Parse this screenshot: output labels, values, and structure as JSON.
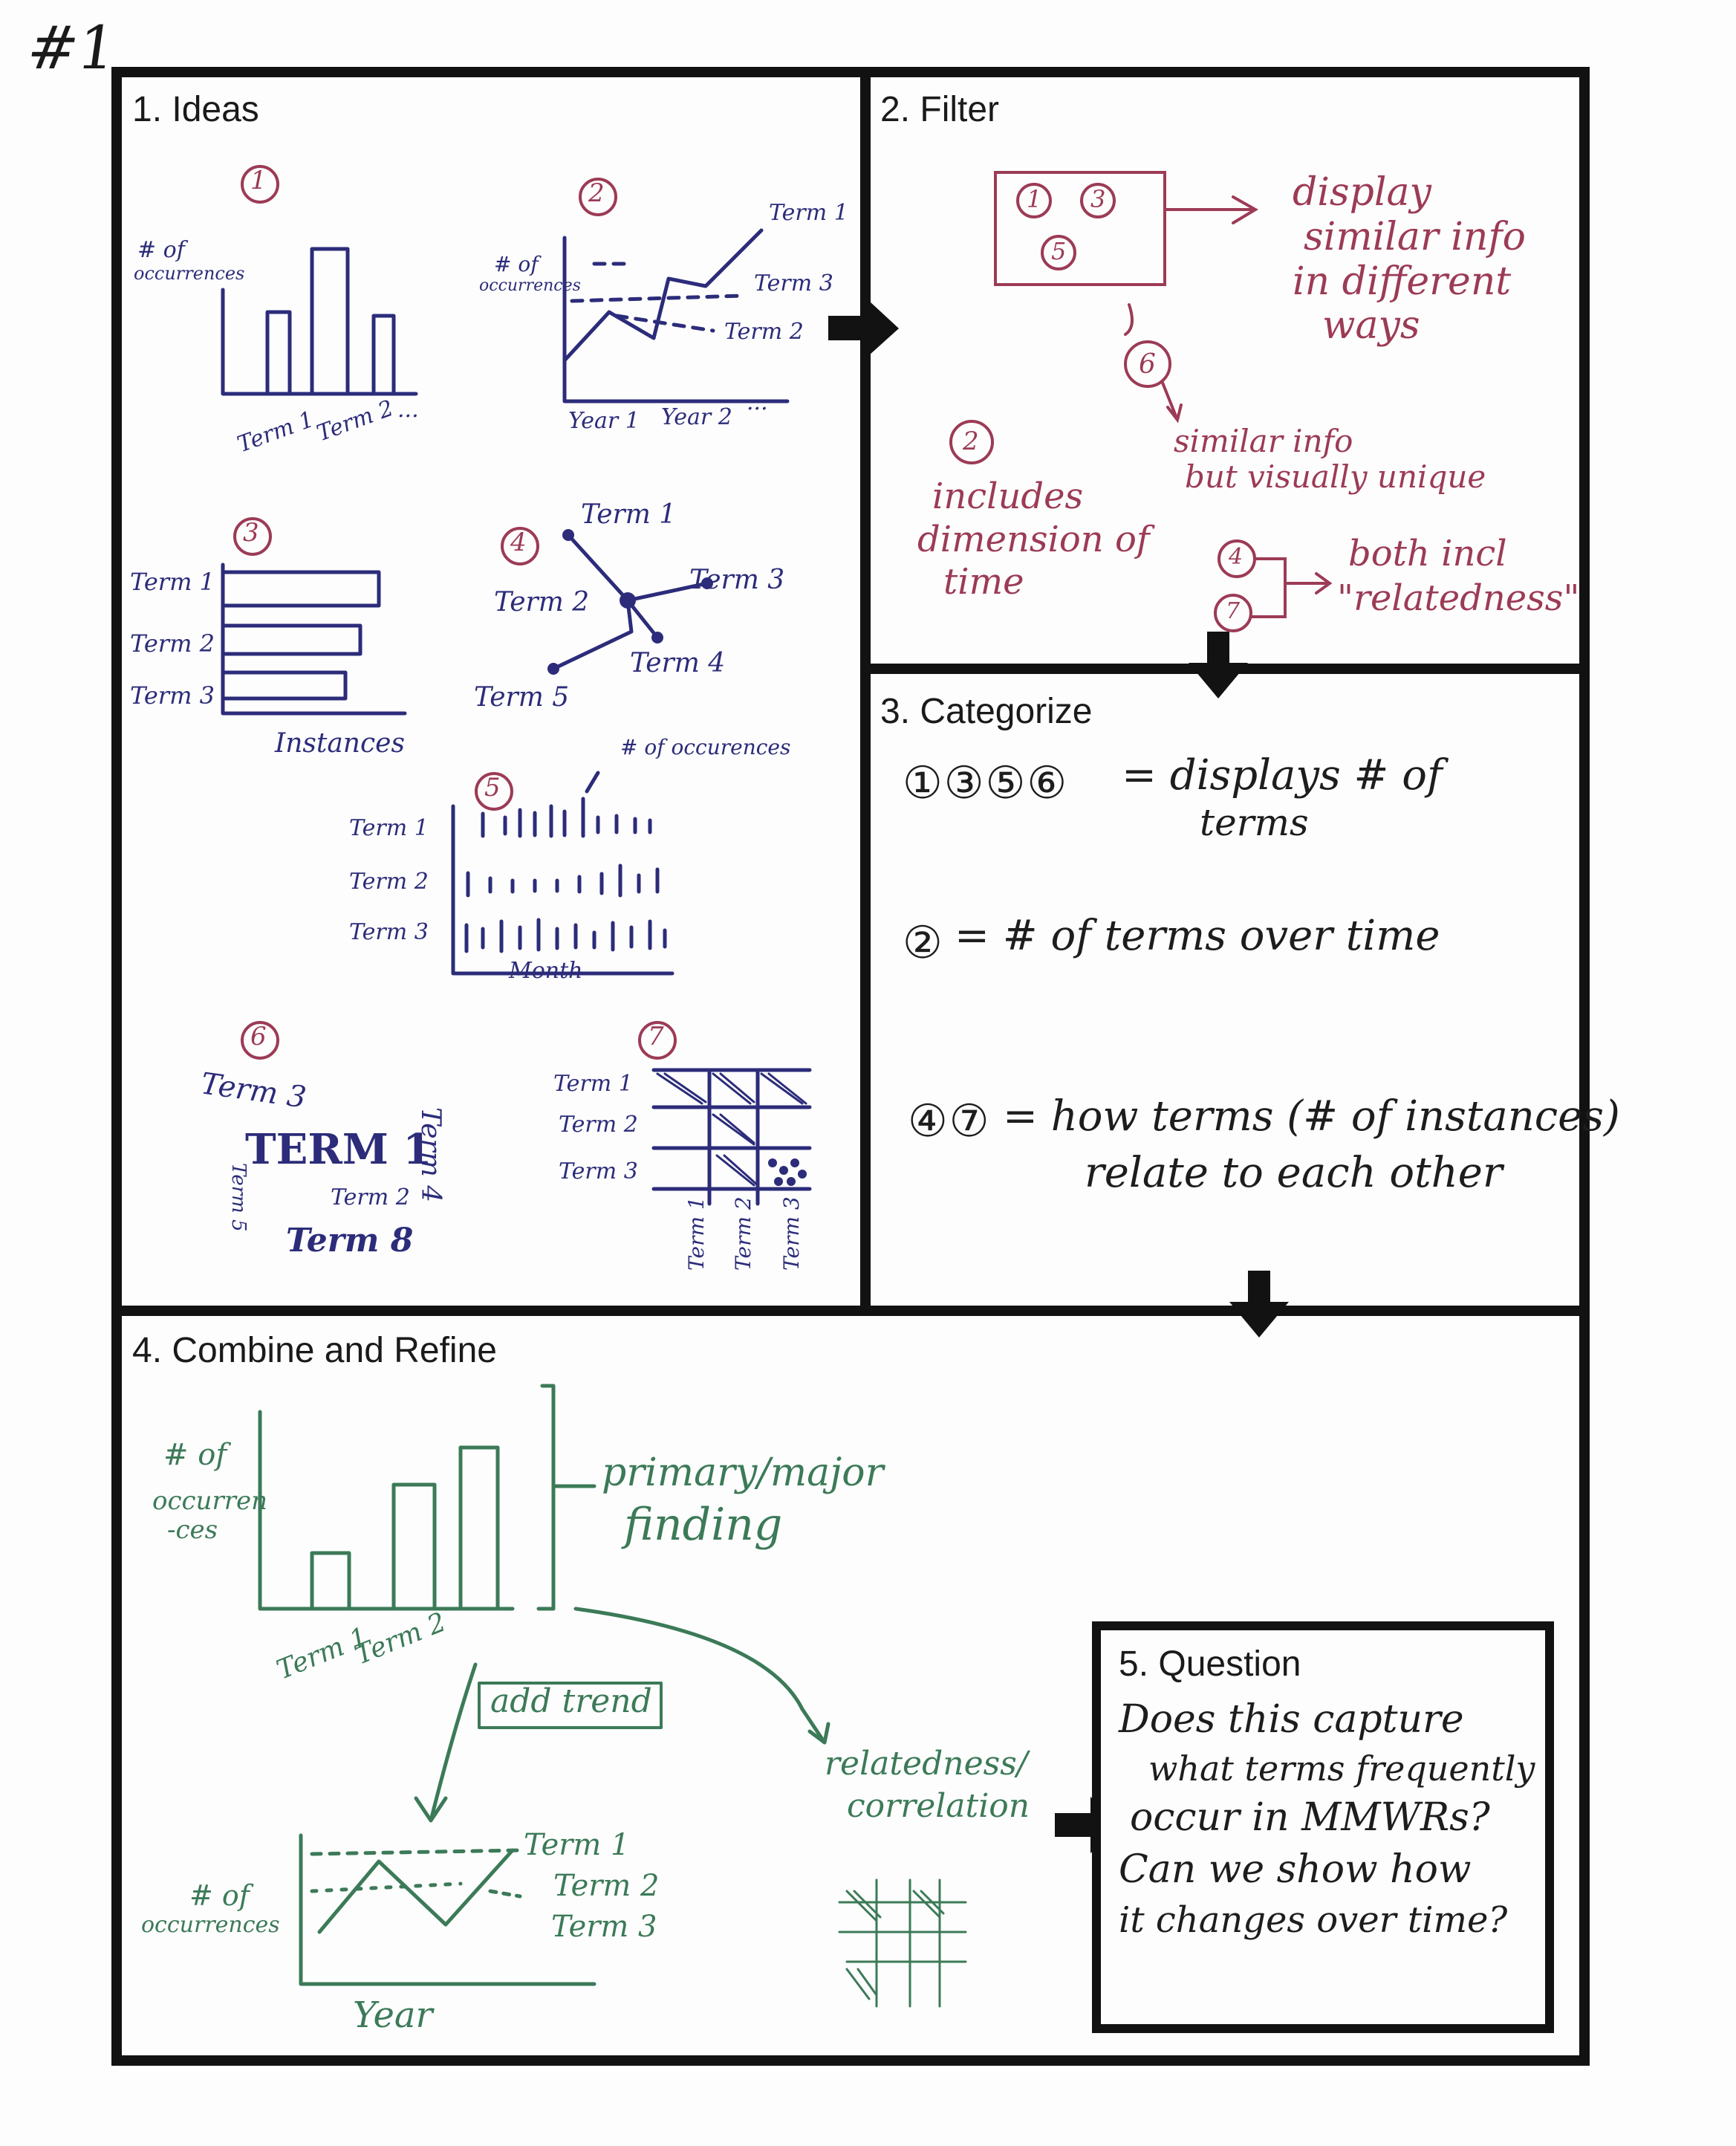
{
  "page_label": "#1",
  "panels": {
    "ideas": {
      "title": "1. Ideas",
      "idea1": {
        "num": "1",
        "ylabel_1": "# of",
        "ylabel_2": "occurrences",
        "x1": "Term 1",
        "x2": "Term 2",
        "x3": "..."
      },
      "idea2": {
        "num": "2",
        "ylabel_1": "# of",
        "ylabel_2": "occurrences",
        "s1": "Term 1",
        "s2": "Term 3",
        "s3": "Term 2",
        "x1": "Year 1",
        "x2": "Year 2",
        "x3": "..."
      },
      "idea3": {
        "num": "3",
        "y1": "Term 1",
        "y2": "Term 2",
        "y3": "Term 3",
        "xlabel": "Instances"
      },
      "idea4": {
        "num": "4",
        "n1": "Term 1",
        "n2": "Term 2",
        "n3": "Term 3",
        "n4": "Term 4",
        "n5": "Term 5"
      },
      "idea5": {
        "num": "5",
        "annotation": "# of occurences",
        "y1": "Term 1",
        "y2": "Term 2",
        "y3": "Term 3",
        "xlabel": "Month"
      },
      "idea6": {
        "num": "6",
        "w1": "Term 3",
        "w2": "TERM 1",
        "w3": "Term 2",
        "w4": "Term 4",
        "w5": "Term 5",
        "w6": "Term 8"
      },
      "idea7": {
        "num": "7",
        "y1": "Term 1",
        "y2": "Term 2",
        "y3": "Term 3",
        "x1": "Term 1",
        "x2": "Term 2",
        "x3": "Term 3"
      }
    },
    "filter": {
      "title": "2. Filter",
      "box_nums": [
        "1",
        "3",
        "5"
      ],
      "display_note": [
        "display",
        "similar info",
        "in different",
        "ways"
      ],
      "six_num": "6",
      "six_note": [
        "similar info",
        "but visually unique"
      ],
      "two_num": "2",
      "two_note": [
        "includes",
        "dimension of",
        "time"
      ],
      "four_num": "4",
      "seven_num": "7",
      "relatedness_note": [
        "both incl",
        "\"relatedness\""
      ]
    },
    "categorize": {
      "title": "3. Categorize",
      "row1_nums": "①③⑤⑥",
      "row1_text": [
        "= displays # of",
        "terms"
      ],
      "row2_nums": "②",
      "row2_text": "= # of terms over time",
      "row3_nums": "④⑦",
      "row3_text": [
        "= how terms (# of instances)",
        "relate to each other"
      ]
    },
    "combine": {
      "title": "4. Combine and Refine",
      "bar": {
        "ylabel_1": "# of",
        "ylabel_2": "occurren",
        "ylabel_3": "-ces",
        "x1": "Term 1",
        "x2": "Term 2"
      },
      "primary_note": [
        "primary/major",
        "finding"
      ],
      "add_trend": "add trend",
      "relatedness": [
        "relatedness/",
        "correlation"
      ],
      "line": {
        "ylabel_1": "# of",
        "ylabel_2": "occurrences",
        "s1": "Term 1",
        "s2": "Term 2",
        "s3": "Term 3",
        "xlabel": "Year"
      }
    },
    "question": {
      "title": "5. Question",
      "lines": [
        "Does this capture",
        "what terms frequently",
        "occur in MMWRs?",
        "Can we show how",
        "it changes over time?"
      ]
    }
  },
  "colors": {
    "ink_blue": "#2c2c7a",
    "ink_red": "#9c3b55",
    "ink_black": "#1d1d1d",
    "ink_green": "#3c7a58",
    "frame": "#121212"
  }
}
